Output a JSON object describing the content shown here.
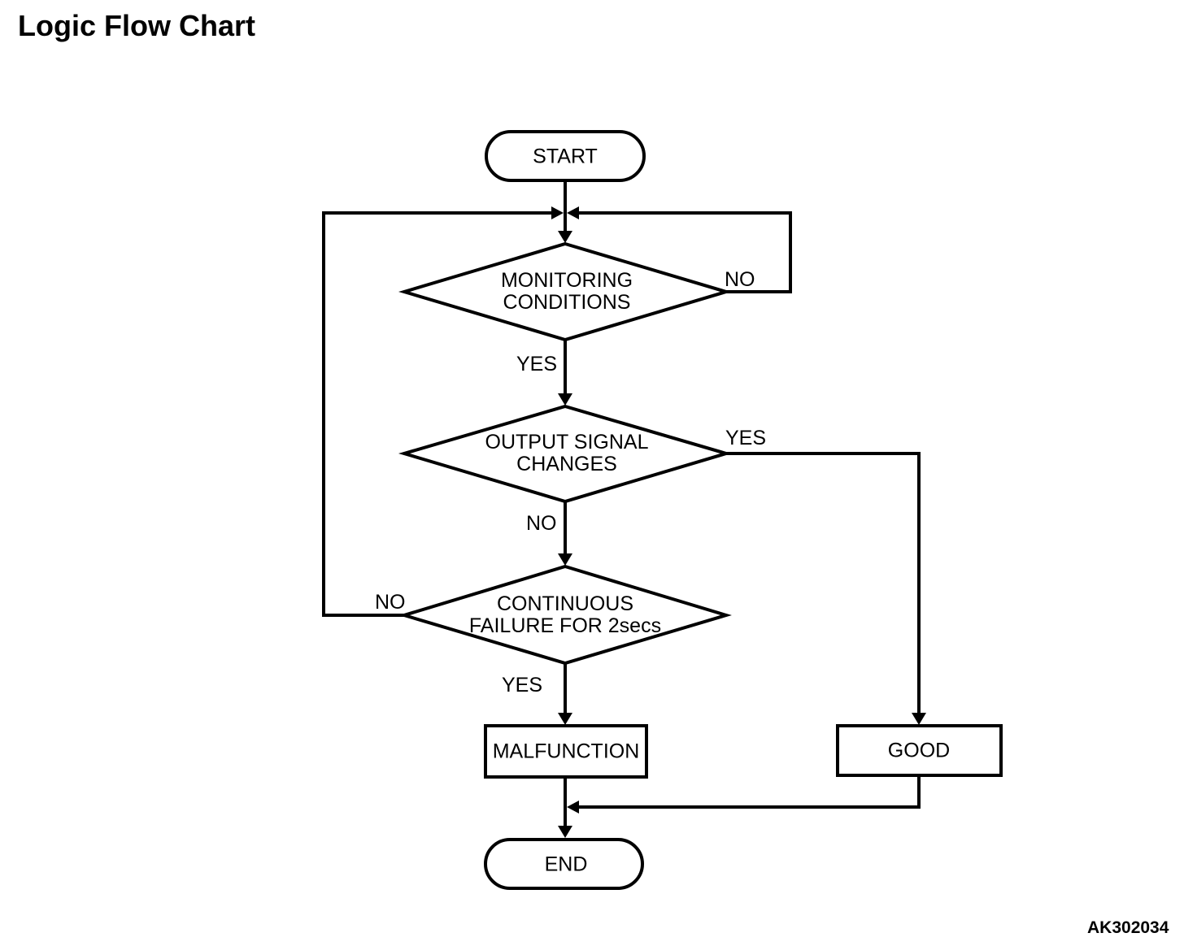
{
  "title": "Logic Flow Chart",
  "figure_code": "AK302034",
  "colors": {
    "line": "#000000",
    "background": "#ffffff",
    "text": "#000000"
  },
  "nodes": {
    "start": {
      "label": "START",
      "type": "terminator"
    },
    "monitoring": {
      "line1": "MONITORING",
      "line2": "CONDITIONS",
      "type": "decision"
    },
    "output_signal": {
      "line1": "OUTPUT SIGNAL",
      "line2": "CHANGES",
      "type": "decision"
    },
    "continuous_failure": {
      "line1": "CONTINUOUS",
      "line2": "FAILURE FOR 2secs",
      "type": "decision"
    },
    "malfunction": {
      "label": "MALFUNCTION",
      "type": "process"
    },
    "good": {
      "label": "GOOD",
      "type": "process"
    },
    "end": {
      "label": "END",
      "type": "terminator"
    }
  },
  "edge_labels": {
    "monitoring_no": "NO",
    "monitoring_yes": "YES",
    "output_yes": "YES",
    "output_no": "NO",
    "continuous_no": "NO",
    "continuous_yes": "YES"
  }
}
